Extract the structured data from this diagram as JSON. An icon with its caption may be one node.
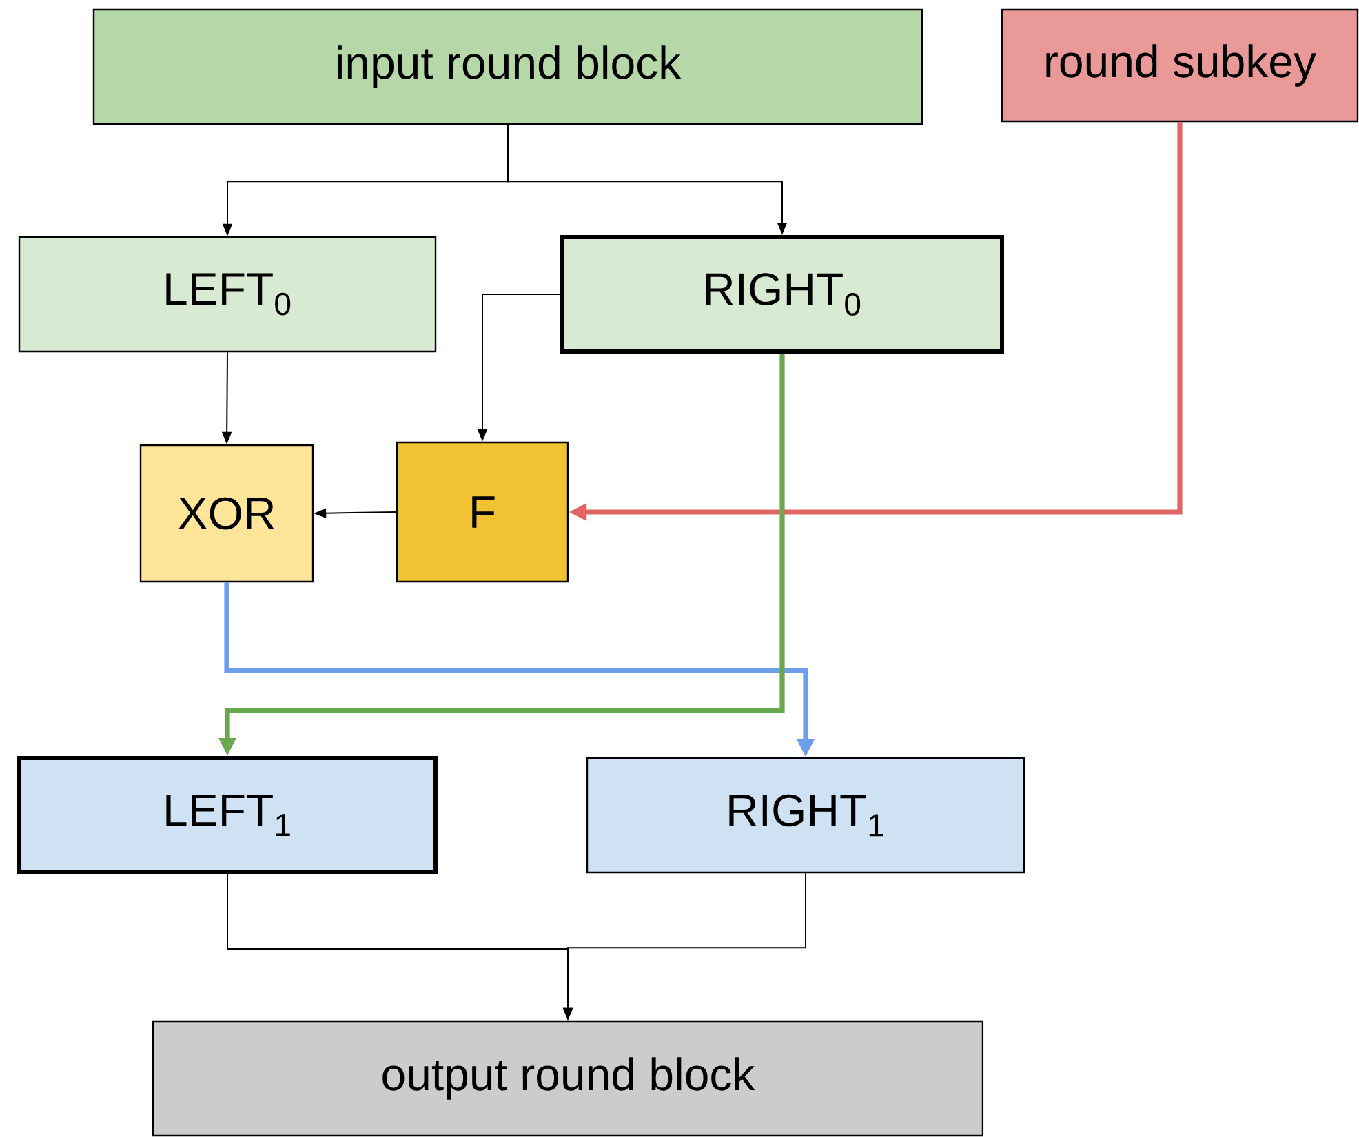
{
  "diagram": {
    "nodes": [
      {
        "text": [
          "input round block"
        ]
      },
      {
        "text": [
          "round subkey"
        ]
      },
      {
        "text": [
          "LEFT$_{0}$"
        ]
      },
      {
        "text": [
          "RIGHT$_{0}$"
        ]
      },
      {
        "text": [
          "XOR"
        ]
      },
      {
        "text": [
          "F"
        ]
      },
      {
        "text": [
          "LEFT$_{1}$"
        ]
      },
      {
        "text": [
          "RIGHT$_{1}$"
        ]
      },
      {
        "text": [
          "output round block"
        ]
      }
    ],
    "edges": [
      {
        "from": 0,
        "to": 2,
        "arrow": "to"
      },
      {
        "from": 0,
        "to": 3,
        "arrow": "to"
      },
      {
        "from": 2,
        "to": 4,
        "arrow": "to"
      },
      {
        "from": 3,
        "to": 5,
        "arrow": "to"
      },
      {
        "from": 5,
        "to": 4,
        "arrow": "to"
      },
      {
        "from": 1,
        "to": 5,
        "arrow": "to",
        "style": "thick",
        "color": "#e06666"
      },
      {
        "from": 4,
        "to": 7,
        "arrow": "to",
        "style": "thick",
        "color": "#6d9eeb"
      },
      {
        "from": 3,
        "to": 6,
        "arrow": "to",
        "style": "thick",
        "color": "#6aa84f"
      },
      {
        "from": 6,
        "to": 8,
        "arrow": "to"
      },
      {
        "from": 7,
        "to": 8,
        "arrow": "to"
      }
    ]
  }
}
